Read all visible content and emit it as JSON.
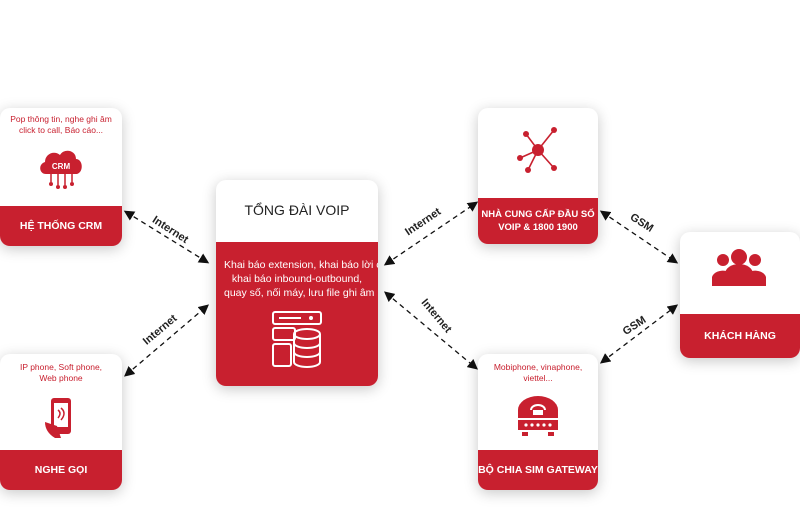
{
  "center": {
    "title": "TỔNG ĐÀI VOIP",
    "desc_lines": [
      "Khai báo extension, khai báo lời chào,",
      "khai báo inbound-outbound,",
      "quay số, nối máy, lưu file ghi âm"
    ]
  },
  "crm": {
    "note_lines": [
      "Pop thông tin, nghe ghi âm",
      "click to call, Báo cáo..."
    ],
    "icon_text": "CRM",
    "label": "HỆ THỐNG CRM"
  },
  "phone": {
    "note_lines": [
      "IP phone, Soft phone,",
      "Web phone"
    ],
    "label": "NGHE GỌI"
  },
  "provider": {
    "label_lines": [
      "NHÀ CUNG CẤP ĐẦU SỐ",
      "VOIP & 1800 1900"
    ]
  },
  "gateway": {
    "note_lines": [
      "Mobiphone, vinaphone,",
      "viettel..."
    ],
    "label": "BỘ CHIA SIM GATEWAY"
  },
  "customer": {
    "label": "KHÁCH HÀNG"
  },
  "connections": {
    "crm_center": "Internet",
    "phone_center": "Internet",
    "center_provider": "Internet",
    "center_gateway": "Internet",
    "provider_customer": "GSM",
    "gateway_customer": "GSM"
  },
  "colors": {
    "accent": "#c8202f"
  }
}
